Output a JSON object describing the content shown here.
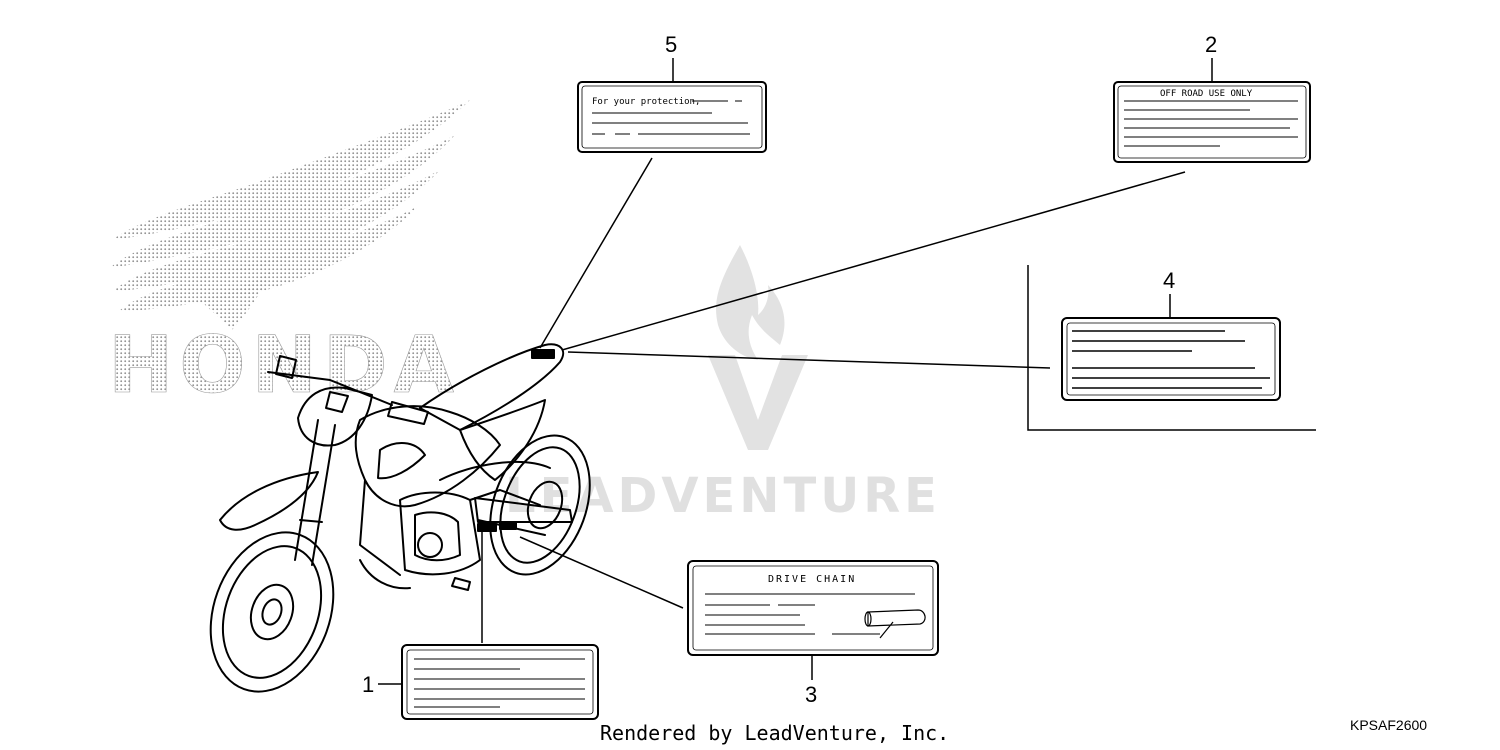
{
  "diagram": {
    "callouts": [
      {
        "number": "1",
        "label_text": ""
      },
      {
        "number": "2",
        "label_text": "OFF ROAD USE ONLY"
      },
      {
        "number": "3",
        "label_text": "DRIVE CHAIN"
      },
      {
        "number": "4",
        "label_text": ""
      },
      {
        "number": "5",
        "label_text": "For your protection,"
      }
    ],
    "brand_logo_text": "HONDA",
    "watermark_text": "LEADVENTURE",
    "footer": "Rendered by LeadVenture, Inc.",
    "drawing_code": "KPSAF2600"
  },
  "colors": {
    "line": "#000000",
    "dots": "#9a9a9a",
    "watermark": "#dedede",
    "background": "#ffffff"
  }
}
